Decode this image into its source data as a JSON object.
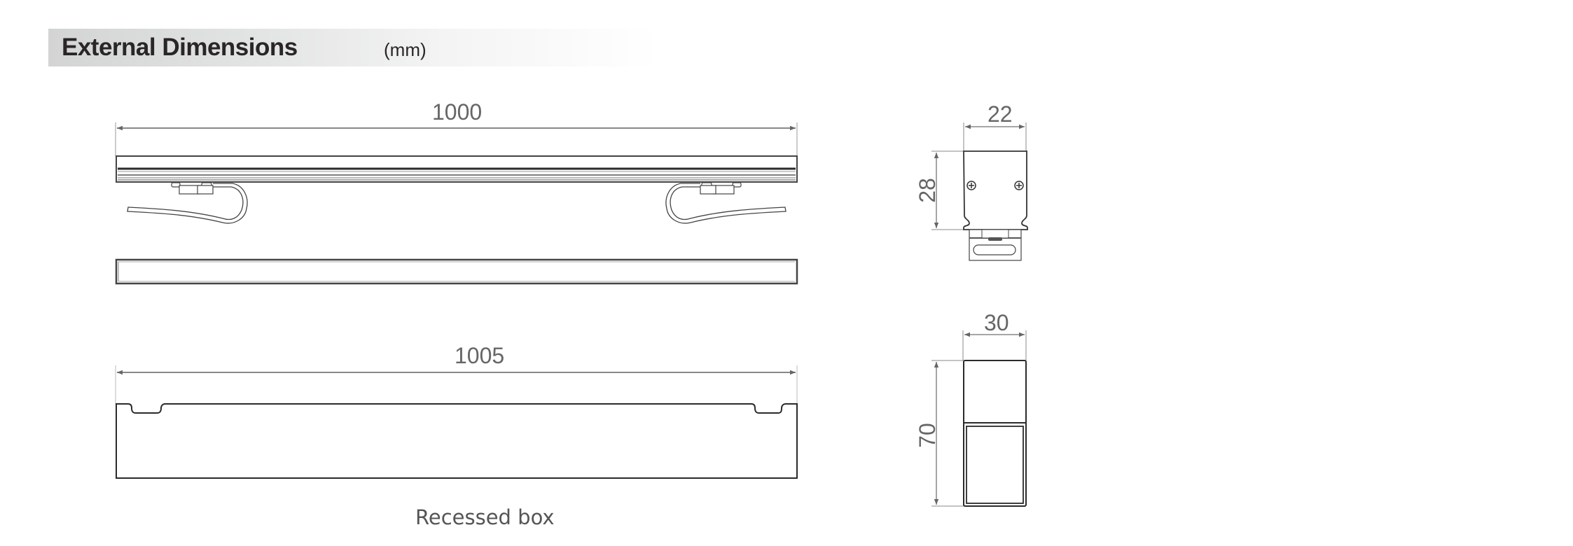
{
  "header": {
    "title": "External Dimensions",
    "unit": "(mm)"
  },
  "views": {
    "fixture_front": {
      "length_label": "1000"
    },
    "recessed_box_front": {
      "length_label": "1005",
      "caption": "Recessed box"
    },
    "fixture_end": {
      "width_label": "22",
      "height_label": "28"
    },
    "recessed_box_end": {
      "width_label": "30",
      "height_label": "70"
    }
  },
  "colors": {
    "line": "#2a2a2a",
    "dimension": "#777777",
    "dimension_text": "#666666"
  }
}
